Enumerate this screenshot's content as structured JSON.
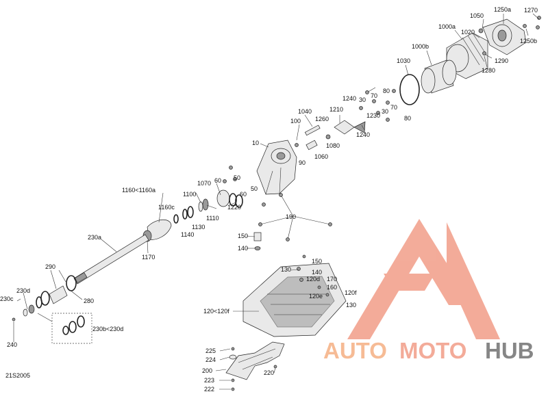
{
  "diagram_id": "21S2005",
  "watermark": {
    "word_auto": "AUTO",
    "word_moto": "MOTO",
    "word_hub": "HUB",
    "color_primary": "#f2a38f",
    "color_secondary": "#f6b48a",
    "color_hub": "#7a7a7a"
  },
  "labels": {
    "l1050": "1050",
    "l1250a": "1250a",
    "l1270": "1270",
    "l1000a": "1000a",
    "l1020": "1020",
    "l1250b": "1250b",
    "l1000b": "1000b",
    "l1290": "1290",
    "l1280": "1280",
    "l1030": "1030",
    "l80a": "80",
    "l70a": "70",
    "l30a": "30",
    "l1240a": "1240",
    "l30b": "30",
    "l70b": "70",
    "l80b": "80",
    "l1230": "1230",
    "l1240b": "1240",
    "l1210": "1210",
    "l1040": "1040",
    "l1260": "1260",
    "l100": "100",
    "l1080": "1080",
    "l1060": "1060",
    "l90": "90",
    "l10": "10",
    "l60a": "60",
    "l50a": "50",
    "l1070": "1070",
    "l1100": "1100",
    "l50b": "50",
    "l60b": "60",
    "l1220": "1220",
    "l1160": "1160<1160a",
    "l1160c": "1160c",
    "l1110": "1110",
    "l1130": "1130",
    "l1140": "1140",
    "l190": "190",
    "l150a": "150",
    "l140a": "140",
    "l230a": "230a",
    "l1170": "1170",
    "l290": "290",
    "l230d": "230d",
    "l230c": "230c",
    "l280": "280",
    "l230b": "230b<230d",
    "l240": "240",
    "l130a": "130",
    "l150b": "150",
    "l140b": "140",
    "l120d": "120d",
    "l170": "170",
    "l160": "160",
    "l120e": "120e",
    "l120f": "120f",
    "l130b": "130",
    "l120": "120<120f",
    "l225": "225",
    "l224": "224",
    "l220": "220",
    "l200": "200",
    "l223": "223",
    "l222": "222"
  }
}
